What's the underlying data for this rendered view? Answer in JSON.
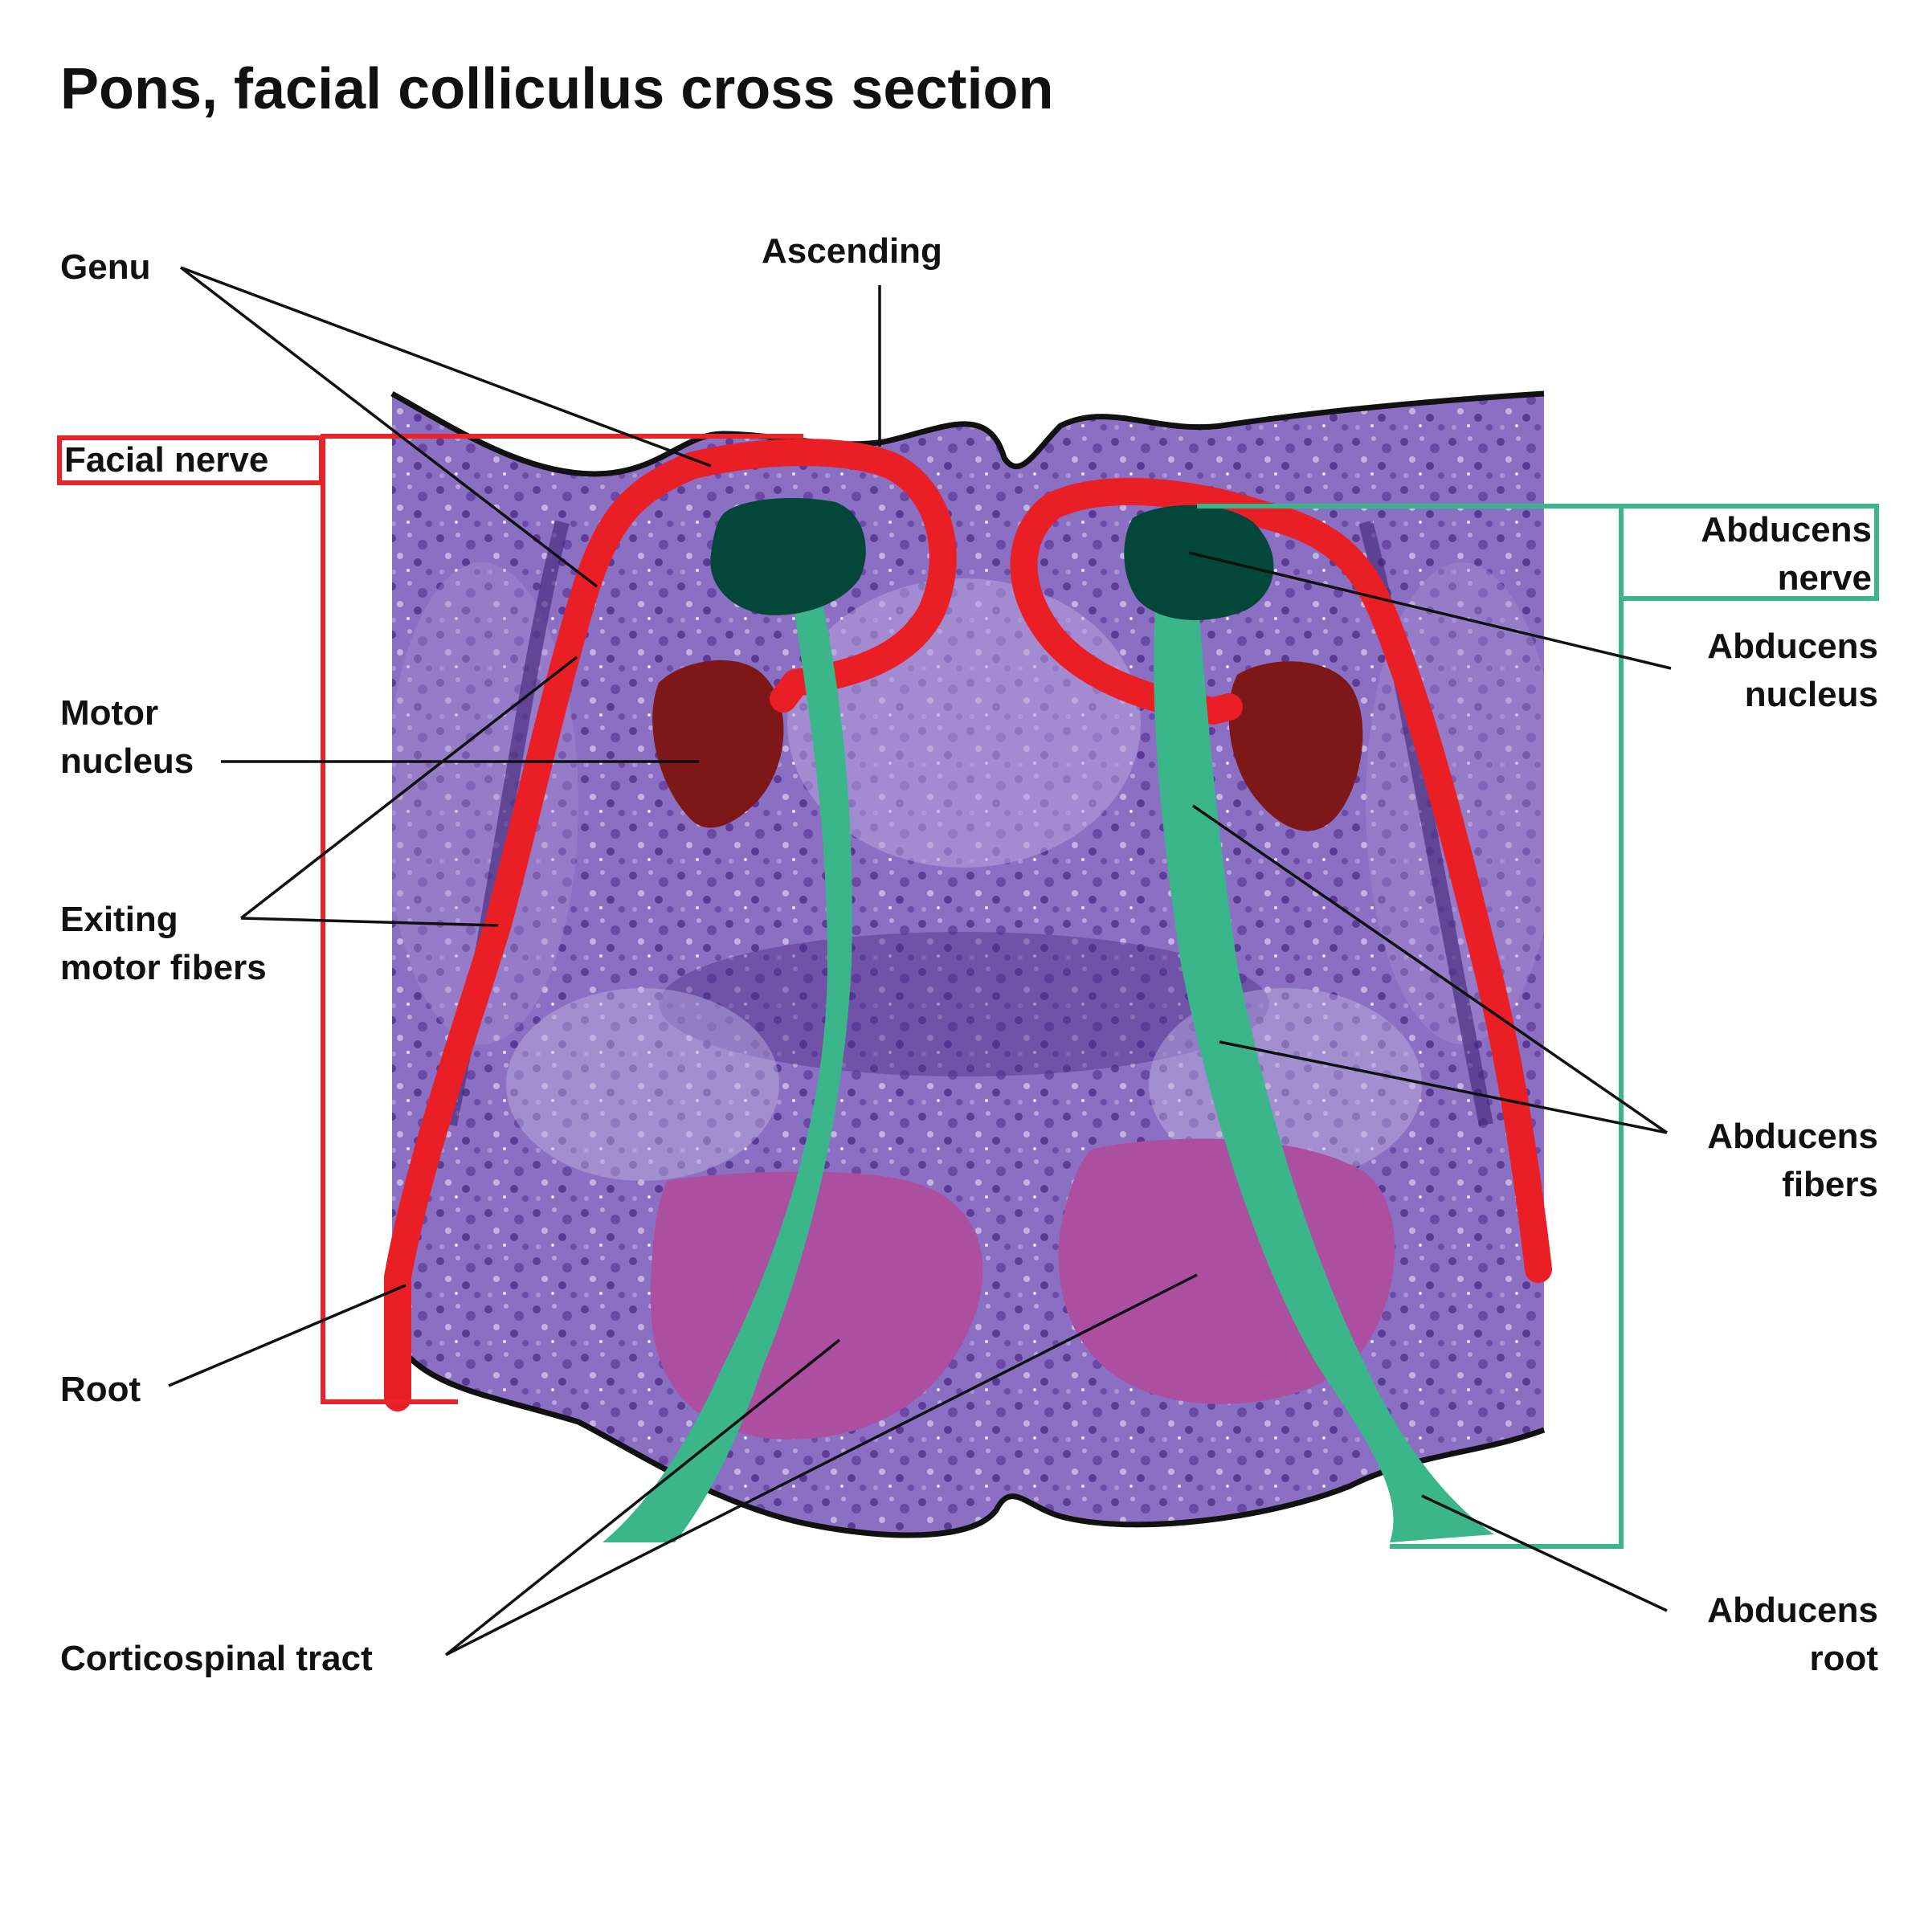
{
  "title": "Pons, facial colliculus cross section",
  "colors": {
    "tissue_purple": "#8a6bbf",
    "tissue_dark": "#5b3a95",
    "facial_red": "#ea1f26",
    "abducens_green": "#3bb68a",
    "nucleus_dark_green": "#03473a",
    "motor_nucleus_maroon": "#7e1718",
    "corticospinal_magenta": "#ad4fa0",
    "outline_black": "#111111",
    "facial_box_red": "#e8232a",
    "abducens_box_green": "#3bb68a"
  },
  "labels": {
    "genu": "Genu",
    "ascending": "Ascending",
    "facial_nerve": "Facial nerve",
    "abducens_nerve_line1": "Abducens",
    "abducens_nerve_line2": "nerve",
    "abducens_nucleus_line1": "Abducens",
    "abducens_nucleus_line2": "nucleus",
    "motor_nucleus_line1": "Motor",
    "motor_nucleus_line2": "nucleus",
    "exiting_fibers_line1": "Exiting",
    "exiting_fibers_line2": "motor fibers",
    "abducens_fibers_line1": "Abducens",
    "abducens_fibers_line2": "fibers",
    "root": "Root",
    "corticospinal_tract": "Corticospinal tract",
    "abducens_root_line1": "Abducens",
    "abducens_root_line2": "root"
  }
}
